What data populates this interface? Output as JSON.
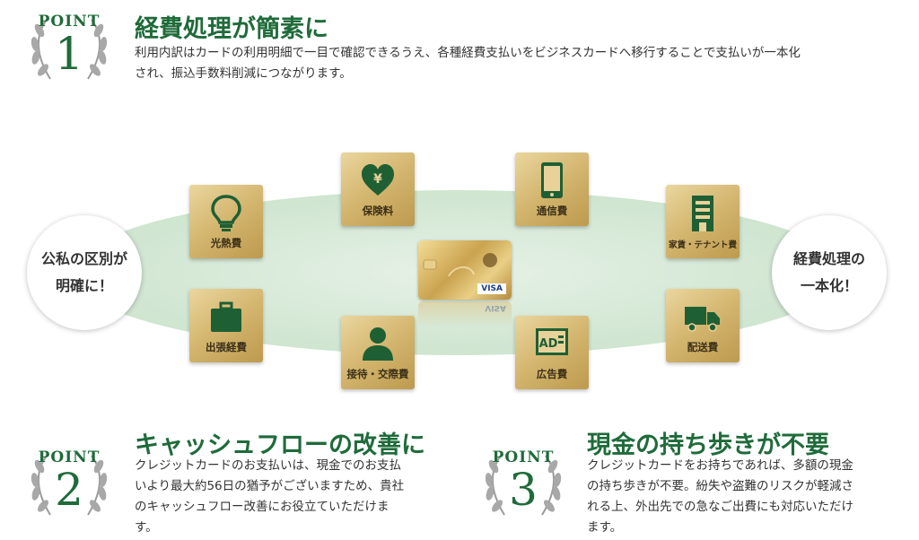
{
  "points": [
    {
      "label": "POINT",
      "num": "1",
      "title": "経費処理が簡素に",
      "lines": [
        "利用内訳はカードの利用明細で一目で確認できるうえ、各種経費支払いをビジネスカードへ移行することで支払いが一本化",
        "され、振込手数料削減につながります。"
      ]
    },
    {
      "label": "POINT",
      "num": "2",
      "title": "キャッシュフローの改善に",
      "lines": [
        "クレジットカードのお支払いは、現金でのお支払",
        "いより最大約56日の猶予がございますため、貴社",
        "のキャッシュフロー改善にお役立ていただけま",
        "す。"
      ]
    },
    {
      "label": "POINT",
      "num": "3",
      "title": "現金の持ち歩きが不要",
      "lines": [
        "クレジットカードをお持ちであれば、多額の現金",
        "の持ち歩きが不要。紛失や盗難のリスクが軽減さ",
        "れる上、外出先での急なご出費にも対応いただけ",
        "ます。"
      ]
    }
  ],
  "diagram": {
    "left_lines": [
      "公私の区別が",
      "明確に！"
    ],
    "right_lines": [
      "経費処理の",
      "一本化！"
    ],
    "card_visa": "VISA",
    "expenses": [
      {
        "id": "utility",
        "label": "光熱費",
        "icon": "lightbulb-icon"
      },
      {
        "id": "insurance",
        "label": "保険料",
        "icon": "heart-yen-icon"
      },
      {
        "id": "telecom",
        "label": "通信費",
        "icon": "smartphone-icon"
      },
      {
        "id": "rent",
        "label": "家賃・テナント費",
        "icon": "building-icon"
      },
      {
        "id": "travel",
        "label": "出張経費",
        "icon": "briefcase-icon"
      },
      {
        "id": "entertainment",
        "label": "接待・交際費",
        "icon": "person-icon"
      },
      {
        "id": "advertising",
        "label": "広告費",
        "icon": "ad-icon"
      },
      {
        "id": "delivery",
        "label": "配送費",
        "icon": "truck-icon"
      }
    ]
  },
  "colors": {
    "accent_green": "#1f6b3a",
    "gold": "#d3b56e",
    "ellipse": "#d2e7d3"
  }
}
